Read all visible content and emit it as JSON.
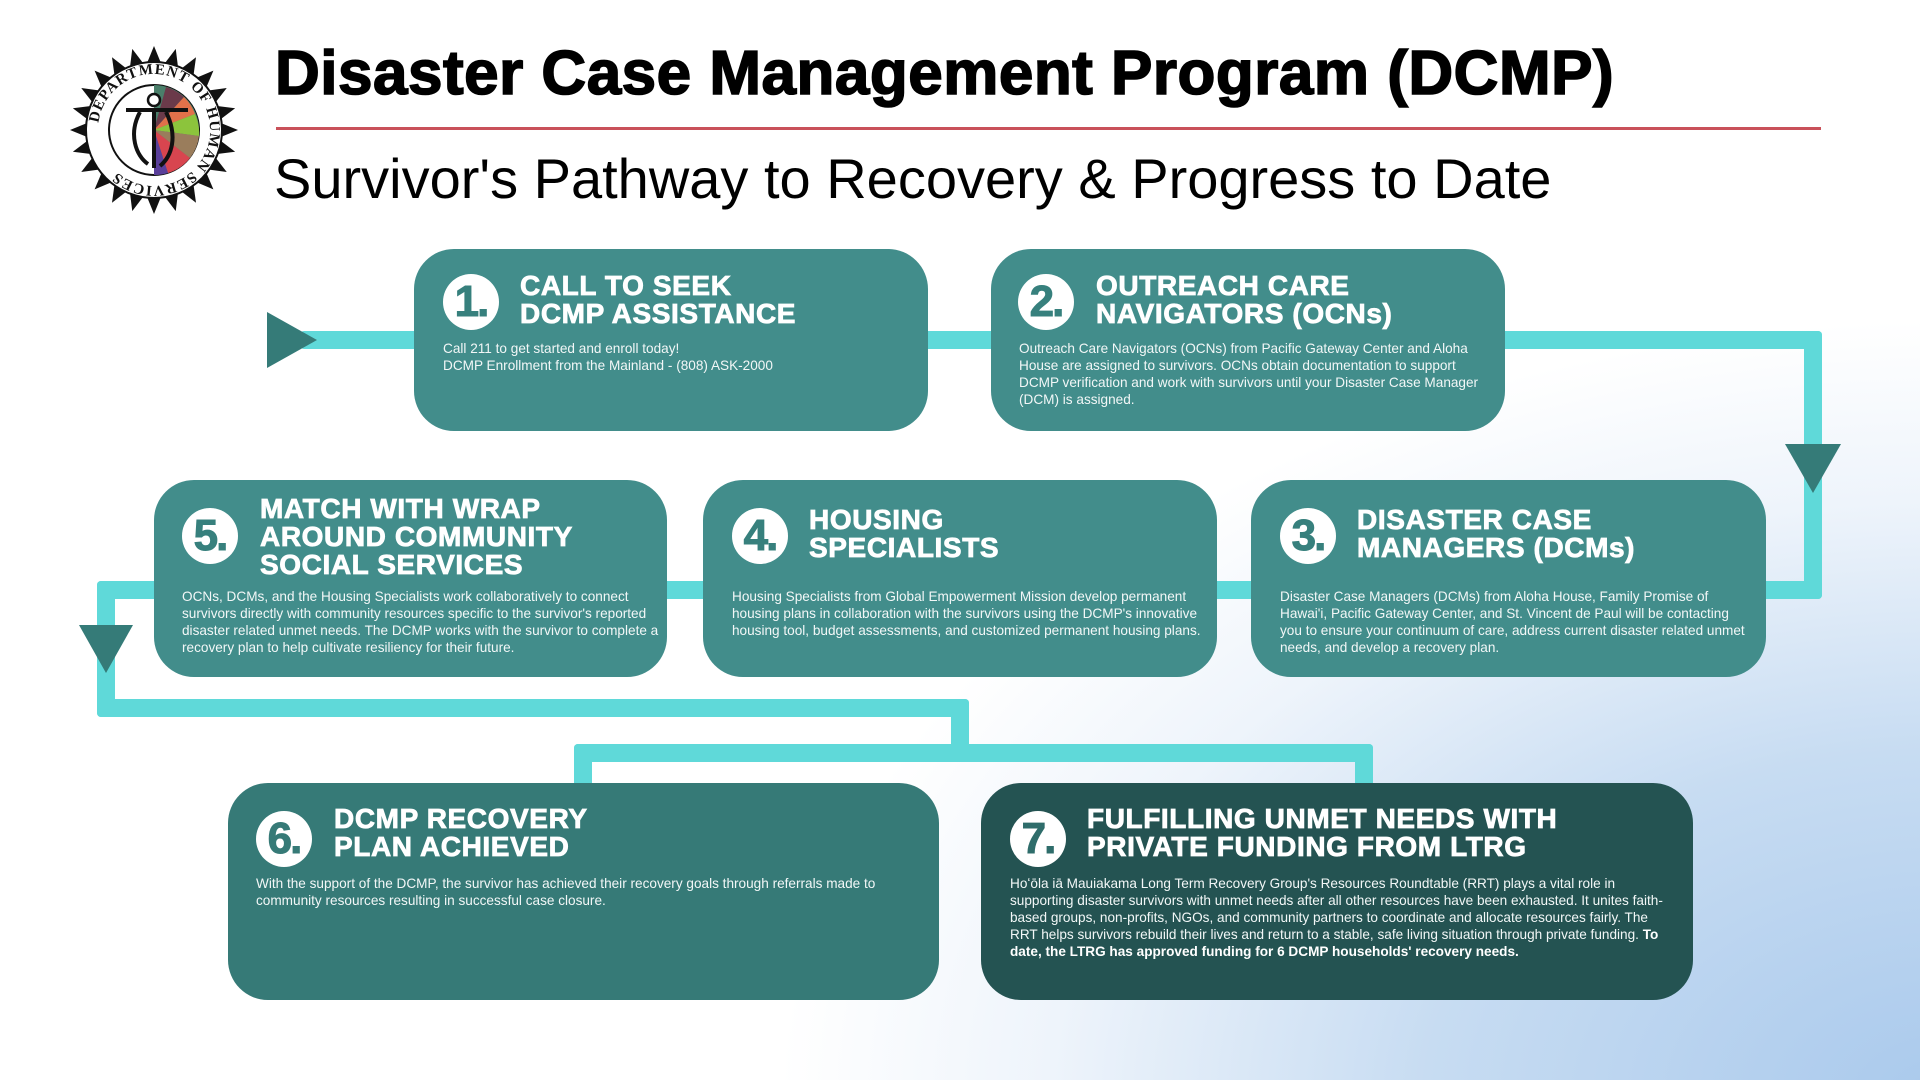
{
  "header": {
    "logo_label": "Department of Human Services",
    "logo_ring_text": "DEPARTMENT OF HUMAN SERVICES",
    "title": "Disaster Case Management Program (DCMP)",
    "subtitle": "Survivor's Pathway to Recovery & Progress to Date"
  },
  "colors": {
    "card": "#428d8b",
    "card_step6": "#367a77",
    "card_step7": "#245352",
    "connector": "#5fd9d9",
    "arrow": "#357b78",
    "title_rule": "#c9515a"
  },
  "steps": [
    {
      "number": "1.",
      "title": "CALL TO SEEK\nDCMP ASSISTANCE",
      "body": "Call 211 to get started and enroll today!",
      "body_line2": "DCMP Enrollment from the Mainland - (808) ASK-2000"
    },
    {
      "number": "2.",
      "title": "OUTREACH CARE\nNAVIGATORS (OCNs)",
      "body": "Outreach Care Navigators (OCNs) from Pacific Gateway Center and Aloha House are assigned to survivors. OCNs obtain documentation to support DCMP verification and work with survivors until your Disaster Case Manager (DCM) is assigned."
    },
    {
      "number": "3.",
      "title": "DISASTER CASE\nMANAGERS (DCMs)",
      "body": "Disaster Case Managers (DCMs) from Aloha House, Family Promise of Hawai'i, Pacific Gateway Center, and St. Vincent de Paul will be contacting you to ensure your continuum of care, address current disaster related unmet needs, and develop a recovery plan."
    },
    {
      "number": "4.",
      "title": "HOUSING\nSPECIALISTS",
      "body": "Housing Specialists from Global Empowerment Mission develop permanent housing plans in collaboration with the survivors using the DCMP's innovative housing tool, budget assessments, and customized permanent housing plans."
    },
    {
      "number": "5.",
      "title": "MATCH WITH WRAP\nAROUND  COMMUNITY\nSOCIAL SERVICES",
      "body": "OCNs, DCMs, and the Housing Specialists work collaboratively to connect survivors directly with community resources specific to the survivor's reported disaster related unmet needs. The DCMP works with the survivor to complete a recovery plan to help cultivate resiliency for their future."
    },
    {
      "number": "6.",
      "title": "DCMP RECOVERY\nPLAN ACHIEVED",
      "body": "With the support of the DCMP, the survivor has achieved their recovery goals through referrals made to community resources resulting in successful case closure."
    },
    {
      "number": "7.",
      "title": "FULFILLING UNMET NEEDS WITH\nPRIVATE FUNDING FROM LTRG",
      "body": "Hoʻōla iā Mauiakama Long Term Recovery Group's Resources Roundtable (RRT) plays a vital role in supporting disaster survivors with unmet needs after all other resources have been exhausted. It unites faith-based groups, non-profits, NGOs, and community partners to coordinate and allocate resources fairly. The RRT helps survivors rebuild their lives and return to a stable, safe living situation through private funding. ",
      "body_bold": "To date, the LTRG has approved funding for 6 DCMP households' recovery needs."
    }
  ],
  "progress": {
    "ltrg_households_funded": 6
  }
}
